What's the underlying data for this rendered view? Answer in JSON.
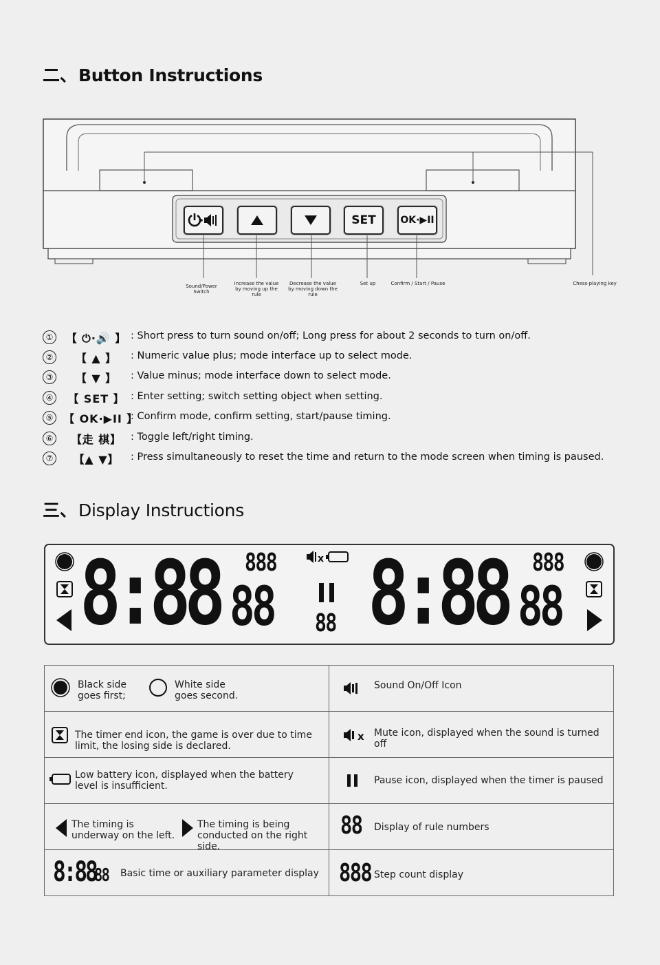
{
  "section2": {
    "number": "二、",
    "title": "Button Instructions"
  },
  "section3": {
    "number": "三、",
    "title": "Display Instructions"
  },
  "panel": {
    "buttons": [
      {
        "label": "⏻·🔊",
        "icon": "power-sound-icon"
      },
      {
        "label": "▲",
        "icon": "up-arrow-icon"
      },
      {
        "label": "▼",
        "icon": "down-arrow-icon"
      },
      {
        "label": "SET",
        "icon": "set-label"
      },
      {
        "label": "OK·▶II",
        "icon": "ok-play-pause-icon"
      }
    ],
    "callouts": [
      "Sound/Power Switch",
      "Increase the value by moving up the rule",
      "Decrease the value by moving down the rule",
      "Set up",
      "Confirm / Start / Pause",
      "Chess-playing key"
    ]
  },
  "instructions": [
    {
      "index": "①",
      "key": "【 ⏻·🔊 】",
      "desc": ": Short press to turn sound on/off; Long press for about 2 seconds to turn on/off."
    },
    {
      "index": "②",
      "key": "【  ▲  】",
      "desc": ": Numeric value plus; mode interface up to select mode."
    },
    {
      "index": "③",
      "key": "【  ▼  】",
      "desc": ": Value minus; mode interface down to select mode."
    },
    {
      "index": "④",
      "key": "【 SET 】",
      "desc": ": Enter setting; switch setting object when setting."
    },
    {
      "index": "⑤",
      "key": "【 OK·▶II 】",
      "desc": ": Confirm mode, confirm setting, start/pause timing."
    },
    {
      "index": "⑥",
      "key": "【走 棋】",
      "desc": ": Toggle left/right timing."
    },
    {
      "index": "⑦",
      "key": "【▲ ▼】",
      "desc": ": Press simultaneously to reset the time and return to the mode screen when timing is paused."
    }
  ],
  "lcd": {
    "left_time": "8:88",
    "left_small": "88",
    "left_steps": "888",
    "right_time": "8:88",
    "right_small": "88",
    "right_steps": "888",
    "center_rule": "88"
  },
  "legend": {
    "black_side": "Black side goes first;",
    "white_side": "White side goes second.",
    "sound_icon": "Sound On/Off Icon",
    "timer_end": "The timer end icon, the game is over due to time limit, the losing side is declared.",
    "mute_icon": "Mute icon, displayed when the sound is turned off",
    "low_battery": "Low battery icon, displayed when the battery level is insufficient.",
    "pause_icon": "Pause icon, displayed when the timer is paused",
    "left_timing": "The timing is underway on the left.",
    "right_timing": "The timing is being conducted on the right side.",
    "rule_numbers_glyph": "88",
    "rule_numbers": "Display of rule numbers",
    "basic_time_glyph": "8:88",
    "basic_time_small": "88",
    "basic_time": "Basic time or auxiliary parameter display",
    "step_glyph": "888",
    "step_count": "Step count display"
  }
}
